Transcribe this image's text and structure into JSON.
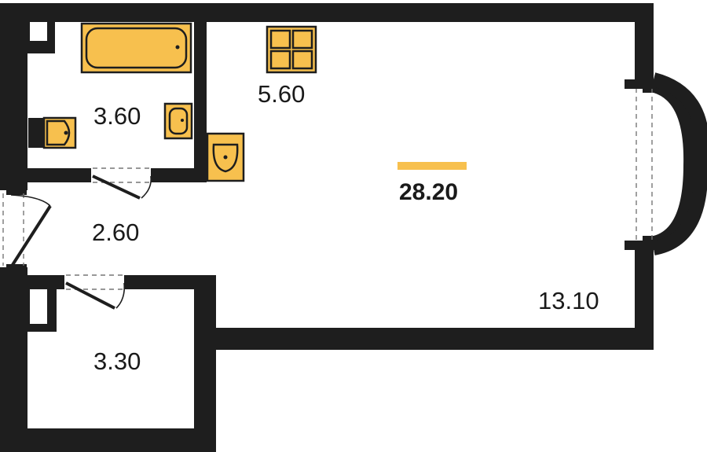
{
  "plan": {
    "total_area": "28.20",
    "accent_color": "#f7c04e",
    "wall_color": "#1e1e1e",
    "rooms": {
      "bathroom": "3.60",
      "kitchen": "5.60",
      "hallway": "2.60",
      "storage": "3.30",
      "living": "13.10"
    }
  }
}
